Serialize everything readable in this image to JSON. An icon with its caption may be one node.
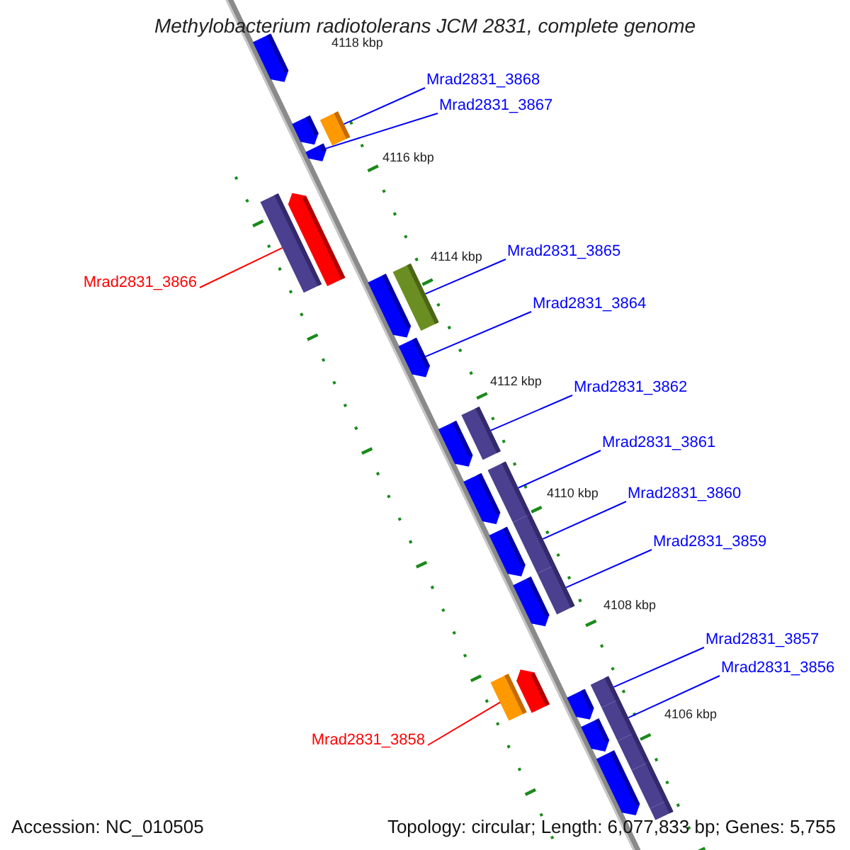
{
  "diagram": {
    "title": "Methylobacterium radiotolerans JCM 2831, complete genome",
    "nodes": [
      {
        "text": [
          "Mrad2831_3868"
        ]
      },
      {
        "text": [
          "Mrad2831_3867"
        ]
      },
      {
        "text": [
          "Mrad2831_3865"
        ]
      },
      {
        "text": [
          "Mrad2831_3866"
        ]
      },
      {
        "text": [
          "Mrad2831_3864"
        ]
      },
      {
        "text": [
          "Mrad2831_3862"
        ]
      },
      {
        "text": [
          "Mrad2831_3861"
        ]
      },
      {
        "text": [
          "Mrad2831_3860"
        ]
      },
      {
        "text": [
          "Mrad2831_3859"
        ]
      },
      {
        "text": [
          "Mrad2831_3857"
        ]
      },
      {
        "text": [
          "Mrad2831_3856"
        ]
      },
      {
        "text": [
          "Mrad2831_3858"
        ]
      },
      {
        "text": [],
        "shape": "arrow"
      },
      {
        "text": [],
        "shape": "arrow"
      },
      {
        "text": [],
        "shape": "bar"
      },
      {
        "text": [],
        "shape": "arrow"
      },
      {
        "text": [],
        "shape": "bar"
      },
      {
        "text": [],
        "shape": "arrow"
      },
      {
        "text": [],
        "shape": "arrow"
      },
      {
        "text": [],
        "shape": "bar"
      },
      {
        "text": [],
        "shape": "arrow"
      },
      {
        "text": [],
        "shape": "bar"
      },
      {
        "text": [],
        "shape": "arrow"
      },
      {
        "text": [],
        "shape": "arrow"
      },
      {
        "text": [],
        "shape": "bar"
      },
      {
        "text": [],
        "shape": "bar"
      },
      {
        "text": [],
        "shape": "arrow"
      },
      {
        "text": [],
        "shape": "arrow"
      },
      {
        "text": [],
        "shape": "bar"
      },
      {
        "text": [],
        "shape": "bar"
      },
      {
        "text": [],
        "shape": "arrow"
      },
      {
        "text": [],
        "shape": "bar"
      },
      {
        "text": [],
        "shape": "arrow"
      },
      {
        "text": [],
        "shape": "bar"
      },
      {
        "text": [],
        "shape": "arrow"
      },
      {
        "text": [],
        "shape": "bar"
      },
      {
        "text": [],
        "shape": "arrow"
      },
      {
        "text": [],
        "shape": "bar"
      },
      {
        "text": [],
        "shape": "bar"
      }
    ],
    "edges": [
      {
        "from": 0,
        "to": 14,
        "arrow": "none"
      },
      {
        "from": 1,
        "to": 15,
        "arrow": "none"
      },
      {
        "from": 2,
        "to": 19,
        "arrow": "none"
      },
      {
        "from": 3,
        "to": 16,
        "arrow": "none",
        "color": "#ff0000"
      },
      {
        "from": 4,
        "to": 20,
        "arrow": "none"
      },
      {
        "from": 5,
        "to": 21,
        "arrow": "none"
      },
      {
        "from": 6,
        "to": 24,
        "arrow": "none"
      },
      {
        "from": 7,
        "to": 25,
        "arrow": "none"
      },
      {
        "from": 8,
        "to": 28,
        "arrow": "none"
      },
      {
        "from": 9,
        "to": 31,
        "arrow": "none"
      },
      {
        "from": 10,
        "to": 33,
        "arrow": "none"
      },
      {
        "from": 11,
        "to": 29,
        "arrow": "none",
        "color": "#ff0000"
      }
    ],
    "labels": [
      "4118 kbp",
      "4116 kbp",
      "4114 kbp",
      "4112 kbp",
      "4110 kbp",
      "4108 kbp",
      "4106 kbp",
      "Accession: NC_010505",
      "Topology: circular; Length: 6,077,833 bp; Genes: 5,755"
    ]
  }
}
